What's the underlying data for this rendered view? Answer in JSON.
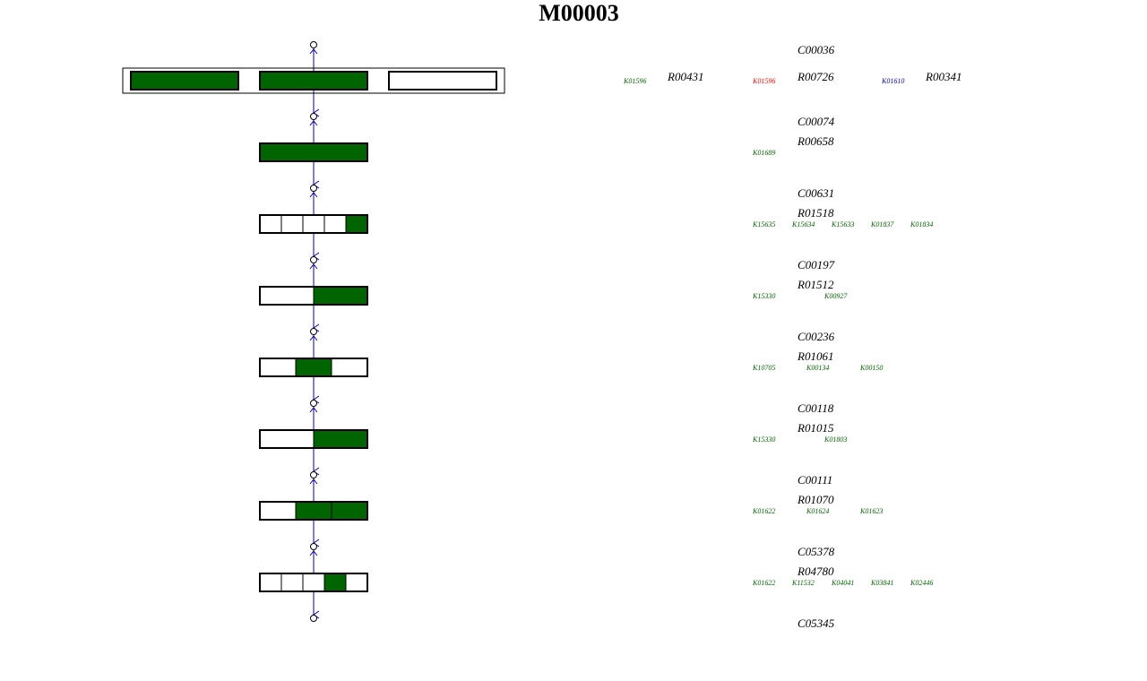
{
  "module_title": "M00003",
  "colors": {
    "present": "#006400",
    "absent": "#ffffff",
    "edge": "#0000aa",
    "ko_present": "#006400",
    "ko_absent": "#0000bb",
    "ko_highlight": "#ff0000"
  },
  "compounds": [
    "C00036",
    "C00074",
    "C00631",
    "C00197",
    "C00236",
    "C00118",
    "C00111",
    "C05378",
    "C05345"
  ],
  "steps": [
    {
      "reactions": [
        "R00431",
        "R00726",
        "R00341"
      ],
      "orthologs": [
        {
          "id": "K01596",
          "status": "present"
        },
        {
          "id": "K01596",
          "status": "highlight"
        },
        {
          "id": "K01610",
          "status": "absent"
        }
      ],
      "blocks": [
        {
          "cells": [
            "present"
          ]
        },
        {
          "cells": [
            "present"
          ]
        },
        {
          "cells": [
            "absent"
          ]
        }
      ]
    },
    {
      "reactions": [
        "R00658"
      ],
      "orthologs": [
        {
          "id": "K01689",
          "status": "present"
        }
      ],
      "blocks": [
        {
          "cells": [
            "present"
          ]
        }
      ]
    },
    {
      "reactions": [
        "R01518"
      ],
      "orthologs": [
        {
          "id": "K15635",
          "status": "present"
        },
        {
          "id": "K15634",
          "status": "present"
        },
        {
          "id": "K15633",
          "status": "present"
        },
        {
          "id": "K01837",
          "status": "present"
        },
        {
          "id": "K01834",
          "status": "present"
        }
      ],
      "blocks": [
        {
          "cells": [
            "absent",
            "absent",
            "absent",
            "absent",
            "present"
          ]
        }
      ]
    },
    {
      "reactions": [
        "R01512"
      ],
      "orthologs": [
        {
          "id": "K15330",
          "status": "present"
        },
        {
          "id": "K00927",
          "status": "present"
        }
      ],
      "blocks": [
        {
          "cells": [
            "absent",
            "present"
          ]
        }
      ]
    },
    {
      "reactions": [
        "R01061"
      ],
      "orthologs": [
        {
          "id": "K10705",
          "status": "present"
        },
        {
          "id": "K00134",
          "status": "present"
        },
        {
          "id": "K00150",
          "status": "present"
        }
      ],
      "blocks": [
        {
          "cells": [
            "absent",
            "present",
            "absent"
          ]
        }
      ]
    },
    {
      "reactions": [
        "R01015"
      ],
      "orthologs": [
        {
          "id": "K15330",
          "status": "present"
        },
        {
          "id": "K01803",
          "status": "present"
        }
      ],
      "blocks": [
        {
          "cells": [
            "absent",
            "present"
          ]
        }
      ]
    },
    {
      "reactions": [
        "R01070"
      ],
      "orthologs": [
        {
          "id": "K01622",
          "status": "present"
        },
        {
          "id": "K01624",
          "status": "present"
        },
        {
          "id": "K01623",
          "status": "present"
        }
      ],
      "blocks": [
        {
          "cells": [
            "absent",
            "present",
            "present"
          ]
        }
      ]
    },
    {
      "reactions": [
        "R04780"
      ],
      "orthologs": [
        {
          "id": "K01622",
          "status": "present"
        },
        {
          "id": "K11532",
          "status": "present"
        },
        {
          "id": "K04041",
          "status": "present"
        },
        {
          "id": "K03841",
          "status": "present"
        },
        {
          "id": "K02446",
          "status": "present"
        }
      ],
      "blocks": [
        {
          "cells": [
            "absent",
            "absent",
            "absent",
            "present",
            "absent"
          ]
        }
      ]
    }
  ]
}
